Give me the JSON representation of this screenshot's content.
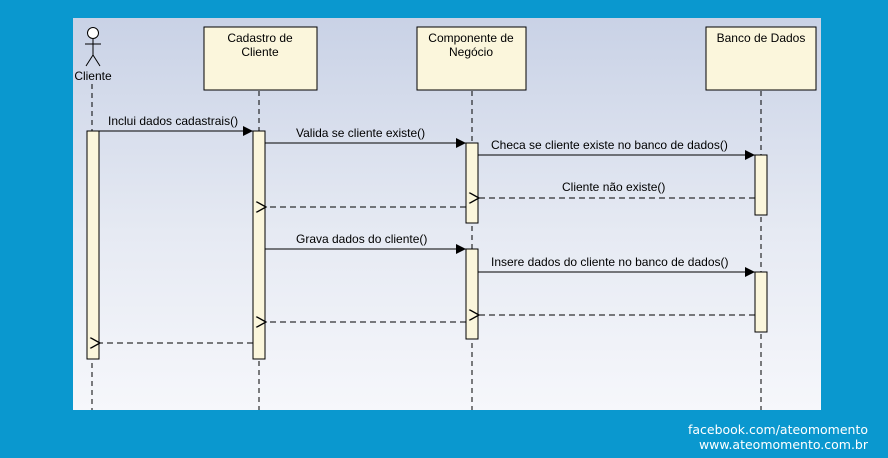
{
  "diagram": {
    "actor": {
      "label": "Cliente"
    },
    "participants": [
      {
        "id": "cadastro",
        "label_line1": "Cadastro de",
        "label_line2": "Cliente"
      },
      {
        "id": "negocio",
        "label_line1": "Componente de",
        "label_line2": "Negócio"
      },
      {
        "id": "banco",
        "label_line1": "Banco de Dados",
        "label_line2": ""
      }
    ],
    "messages": [
      {
        "label": "Inclui dados cadastrais()",
        "kind": "sync"
      },
      {
        "label": "Valida se cliente existe()",
        "kind": "sync"
      },
      {
        "label": "Checa se cliente existe no banco de dados()",
        "kind": "sync"
      },
      {
        "label": "Cliente não existe()",
        "kind": "return"
      },
      {
        "label": "",
        "kind": "return"
      },
      {
        "label": "Grava dados do cliente()",
        "kind": "sync"
      },
      {
        "label": "Insere dados do cliente no banco de dados()",
        "kind": "sync"
      },
      {
        "label": "",
        "kind": "return"
      },
      {
        "label": "",
        "kind": "return"
      },
      {
        "label": "",
        "kind": "return"
      }
    ],
    "colors": {
      "header_fill": "#fbf6dc",
      "activation_fill": "#fbf6dc",
      "stroke": "#000000",
      "background": "#0a98cf"
    }
  },
  "credits": {
    "line1": "facebook.com/ateomomento",
    "line2": "www.ateomomento.com.br"
  }
}
